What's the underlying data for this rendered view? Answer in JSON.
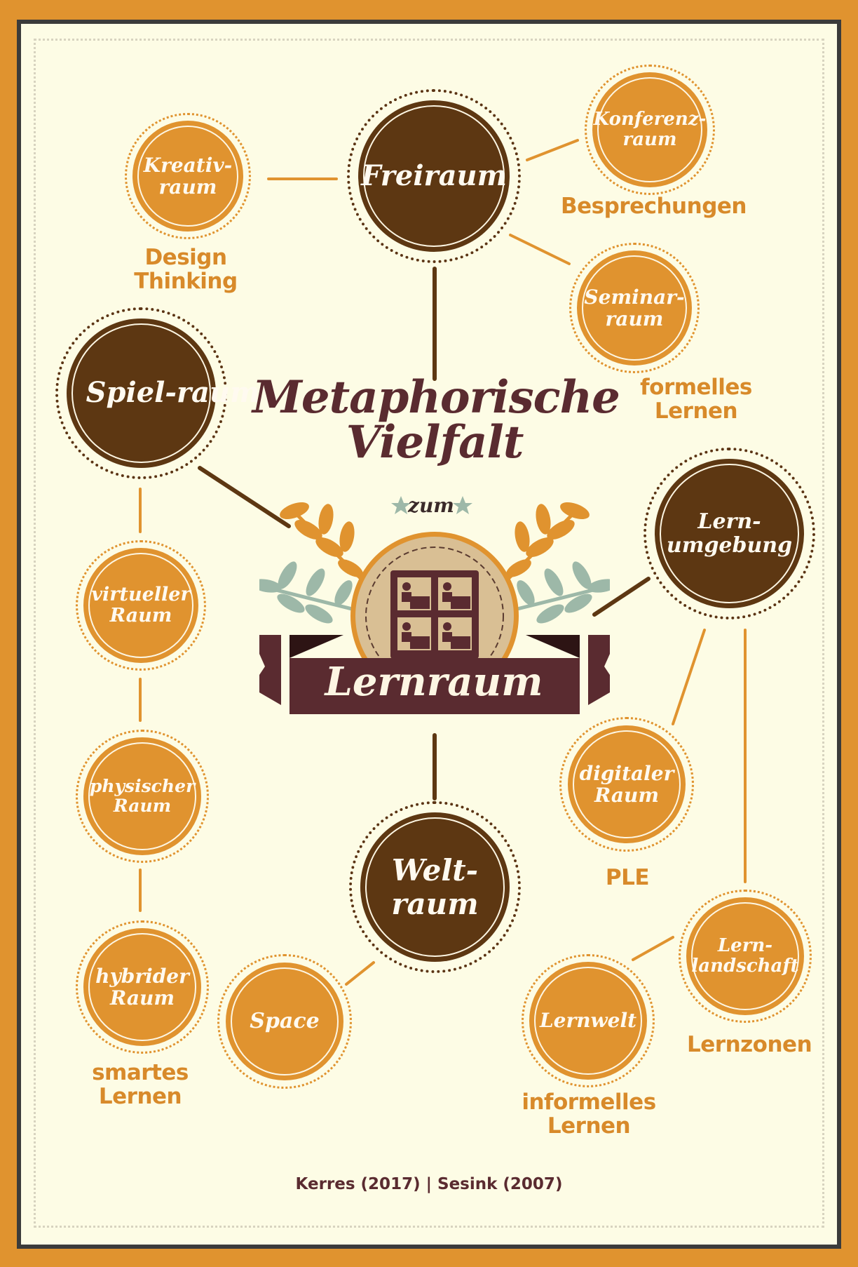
{
  "title": "Metaphorische\nVielfalt",
  "connector": "zum",
  "center_label": "Lernraum",
  "footer": "Kerres (2017) | Sesink (2007)",
  "colors": {
    "background": "#fdfce5",
    "frame_outer": "#e0932f",
    "frame_border": "#3b3b3b",
    "dark_brown": "#5d3712",
    "orange": "#e0932f",
    "maroon": "#5a2b30",
    "sage": "#9db8a8"
  },
  "nodes": {
    "freiraum": "Freiraum",
    "spielraum": "Spiel-raum",
    "lernumgebung": "Lern-\numgebung",
    "weltraum": "Welt-\nraum",
    "kreativraum": "Kreativ-\nraum",
    "konferenzraum": "Konferenz-\nraum",
    "seminarraum": "Seminar-\nraum",
    "virtueller_raum": "virtueller\nRaum",
    "physischer_raum": "physischer\nRaum",
    "hybrider_raum": "hybrider\nRaum",
    "space": "Space",
    "digitaler_raum": "digitaler\nRaum",
    "lernlandschaft": "Lern-\nlandschaft",
    "lernwelt": "Lernwelt"
  },
  "labels": {
    "design_thinking": "Design Thinking",
    "besprechungen": "Besprechungen",
    "formelles_lernen": "formelles Lernen",
    "smartes_lernen": "smartes\nLernen",
    "ple": "PLE",
    "lernzonen": "Lernzonen",
    "informelles_lernen": "informelles\nLernen"
  }
}
